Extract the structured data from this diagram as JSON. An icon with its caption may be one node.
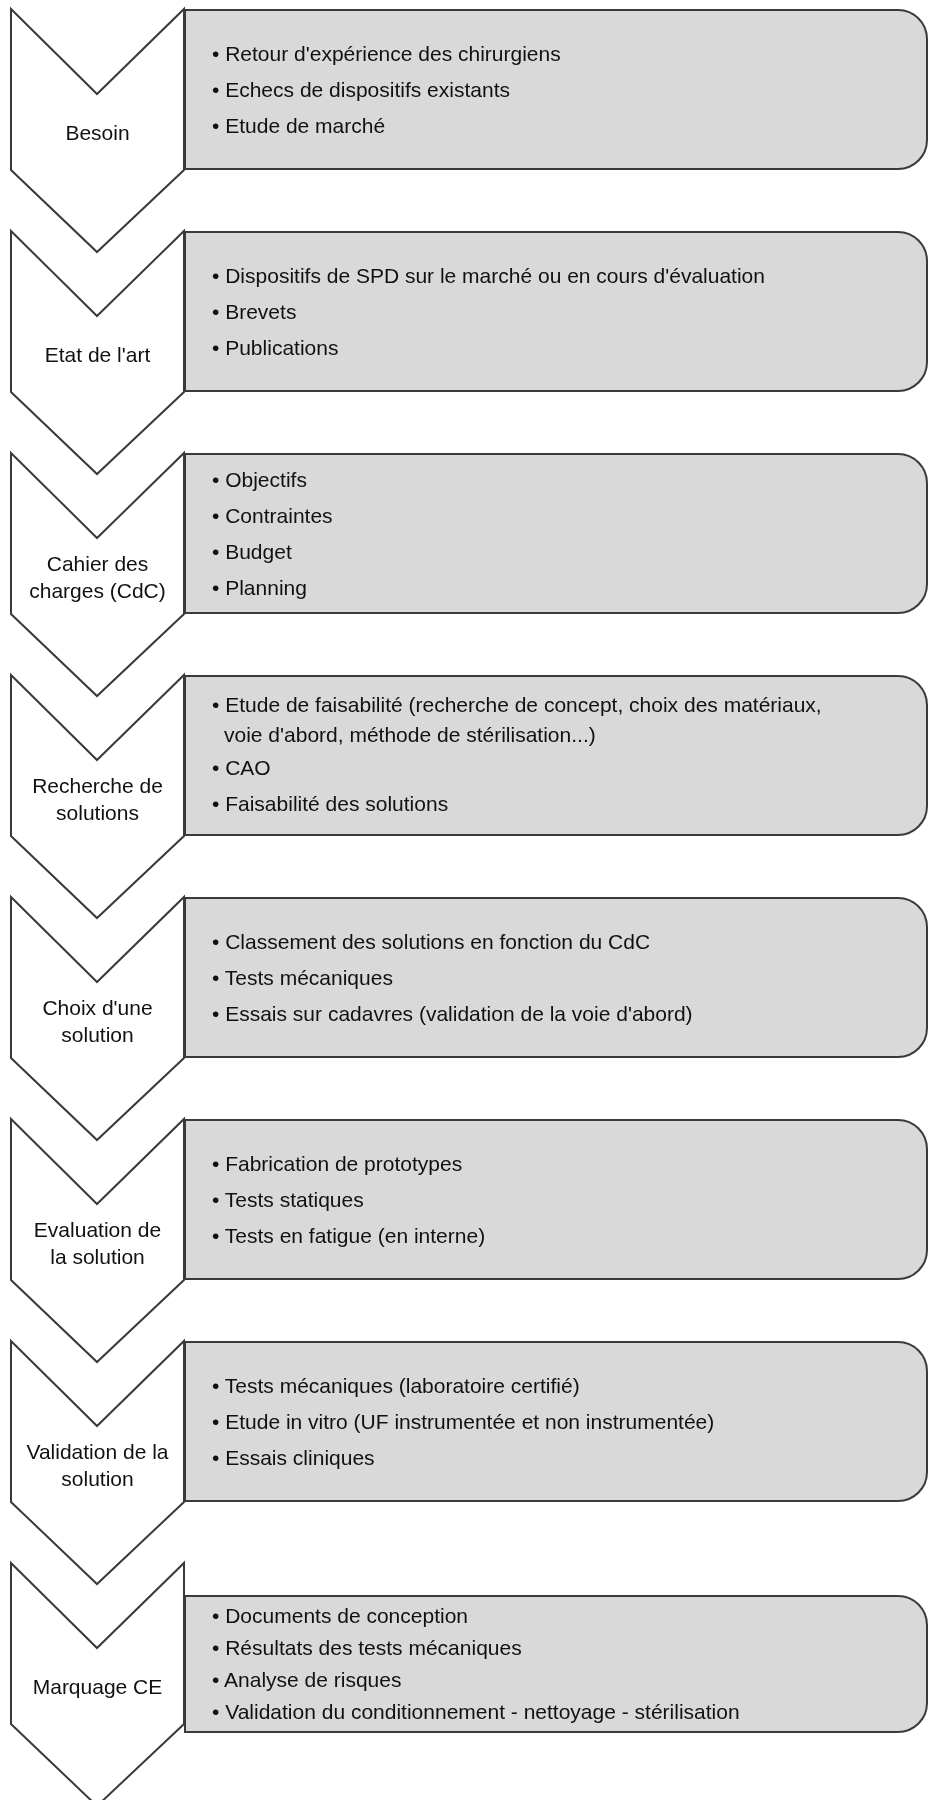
{
  "diagram": {
    "nodes": [
      {
        "text": [
          "Besoin"
        ]
      },
      {
        "text": [
          "• Retour d'expérience des chirurgiens",
          "• Echecs de dispositifs existants",
          "• Etude de marché"
        ]
      },
      {
        "text": [
          "Etat de l'art"
        ]
      },
      {
        "text": [
          "• Dispositifs de SPD sur le marché ou en cours d'évaluation",
          "• Brevets",
          "• Publications"
        ]
      },
      {
        "text": [
          "Cahier des charges (CdC)"
        ]
      },
      {
        "text": [
          "• Objectifs",
          "• Contraintes",
          "• Budget",
          "• Planning"
        ]
      },
      {
        "text": [
          "Recherche de solutions"
        ]
      },
      {
        "text": [
          "• Etude de faisabilité (recherche de concept, choix des matériaux, voie d'abord, méthode de stérilisation...)",
          "• CAO",
          "• Faisabilité des solutions"
        ]
      },
      {
        "text": [
          "Choix d'une solution"
        ]
      },
      {
        "text": [
          "• Classement des solutions en fonction du CdC",
          "• Tests mécaniques",
          "• Essais sur cadavres (validation de la voie d'abord)"
        ]
      },
      {
        "text": [
          "Evaluation de la solution"
        ]
      },
      {
        "text": [
          "• Fabrication de prototypes",
          "• Tests statiques",
          "• Tests en fatigue (en interne)"
        ]
      },
      {
        "text": [
          "Validation de la solution"
        ]
      },
      {
        "text": [
          "• Tests mécaniques (laboratoire certifié)",
          "• Etude in vitro (UF instrumentée et non instrumentée)",
          "• Essais cliniques"
        ]
      },
      {
        "text": [
          "Marquage CE"
        ]
      },
      {
        "text": [
          "• Documents de conception",
          "• Résultats des tests mécaniques",
          "• Analyse de risques",
          "• Validation du conditionnement - nettoyage - stérilisation"
        ]
      }
    ]
  }
}
